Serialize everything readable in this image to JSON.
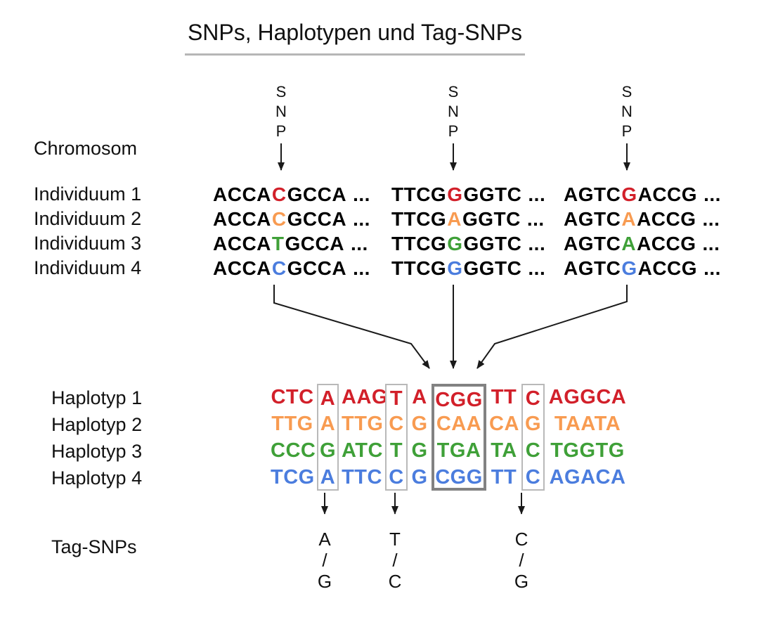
{
  "title": "SNPs, Haplotypen und Tag-SNPs",
  "left_labels": {
    "chromosome": "Chromosom",
    "tag_snps": "Tag-SNPs"
  },
  "snp_marker_letters": [
    "S",
    "N",
    "P"
  ],
  "colors": {
    "red": "#d2202a",
    "orange": "#f89b51",
    "green": "#3fa038",
    "blue": "#4b7dde",
    "underline_gray": "#b6b6b6",
    "box_light_gray": "#b9b9b9",
    "box_dark_gray": "#828282",
    "arrow_black": "#1a1a1a"
  },
  "individuals": [
    {
      "label": "Individuum 1",
      "color": "#d2202a",
      "segments": [
        {
          "pre": "ACCA",
          "snp": "C",
          "post": "GCCA",
          "dots": "..."
        },
        {
          "pre": "TTCG",
          "snp": "G",
          "post": "GGTC",
          "dots": "..."
        },
        {
          "pre": "AGTC",
          "snp": "G",
          "post": "ACCG",
          "dots": "..."
        }
      ]
    },
    {
      "label": "Individuum 2",
      "color": "#f89b51",
      "segments": [
        {
          "pre": "ACCA",
          "snp": "C",
          "post": "GCCA",
          "dots": "..."
        },
        {
          "pre": "TTCG",
          "snp": "A",
          "post": "GGTC",
          "dots": "..."
        },
        {
          "pre": "AGTC",
          "snp": "A",
          "post": "ACCG",
          "dots": "..."
        }
      ]
    },
    {
      "label": "Individuum 3",
      "color": "#3fa038",
      "segments": [
        {
          "pre": "ACCA",
          "snp": "T",
          "post": "GCCA",
          "dots": "..."
        },
        {
          "pre": "TTCG",
          "snp": "G",
          "post": "GGTC",
          "dots": "..."
        },
        {
          "pre": "AGTC",
          "snp": "A",
          "post": "ACCG",
          "dots": "..."
        }
      ]
    },
    {
      "label": "Individuum 4",
      "color": "#4b7dde",
      "segments": [
        {
          "pre": "ACCA",
          "snp": "C",
          "post": "GCCA",
          "dots": "..."
        },
        {
          "pre": "TTCG",
          "snp": "G",
          "post": "GGTC",
          "dots": "..."
        },
        {
          "pre": "AGTC",
          "snp": "G",
          "post": "ACCG",
          "dots": "..."
        }
      ]
    }
  ],
  "haplotypes": [
    {
      "label": "Haplotyp 1",
      "color": "#d2202a",
      "cells": [
        "CTC",
        "A",
        "AAG",
        "T",
        "A",
        "CGG",
        "TT",
        "C",
        "AGGCA"
      ]
    },
    {
      "label": "Haplotyp 2",
      "color": "#f89b51",
      "cells": [
        "TTG",
        "A",
        "TTG",
        "C",
        "G",
        "CAA",
        "CA",
        "G",
        "TAATA"
      ]
    },
    {
      "label": "Haplotyp 3",
      "color": "#3fa038",
      "cells": [
        "CCC",
        "G",
        "ATC",
        "T",
        "G",
        "TGA",
        "TA",
        "C",
        "TGGTG"
      ]
    },
    {
      "label": "Haplotyp 4",
      "color": "#4b7dde",
      "cells": [
        "TCG",
        "A",
        "TTC",
        "C",
        "G",
        "CGG",
        "TT",
        "C",
        "AGACA"
      ]
    }
  ],
  "tag_snps": [
    {
      "top": "A",
      "slash": "/",
      "bottom": "G"
    },
    {
      "top": "T",
      "slash": "/",
      "bottom": "C"
    },
    {
      "top": "C",
      "slash": "/",
      "bottom": "G"
    }
  ]
}
